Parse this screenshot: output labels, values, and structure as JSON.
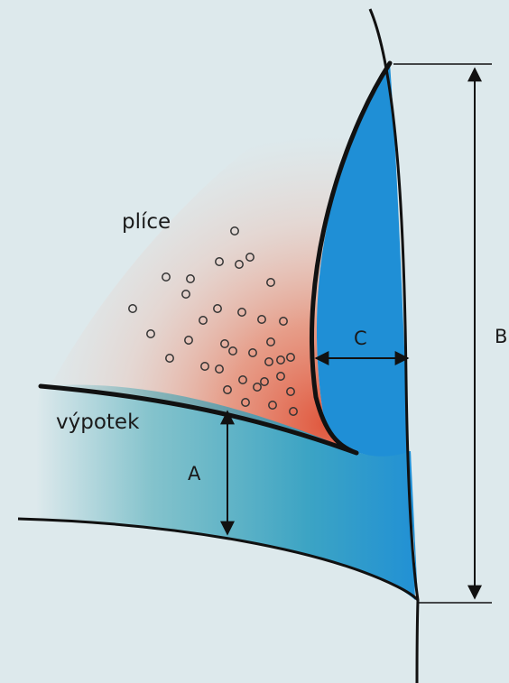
{
  "labels": {
    "lung": "plíce",
    "effusion": "výpotek",
    "a": "A",
    "b": "B",
    "c": "C"
  },
  "colors": {
    "background": "#dde9ec",
    "lung_red": "#e0583e",
    "effusion_teal": "#3aa3b2",
    "pleural_blue": "#1f8fd6",
    "outline": "#111111"
  }
}
